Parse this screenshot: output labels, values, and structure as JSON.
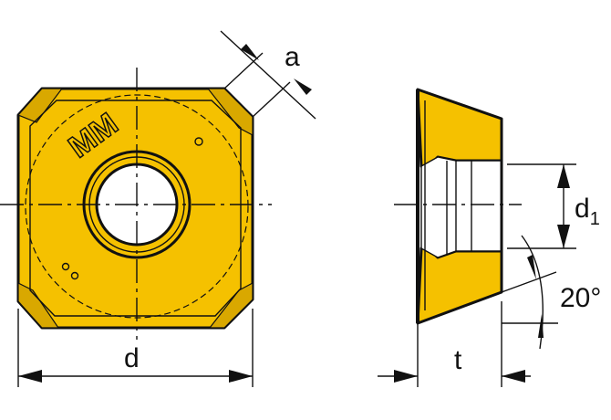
{
  "labels": {
    "a": "a",
    "d": "d",
    "d1_main": "d",
    "d1_sub": "1",
    "t": "t",
    "angle": "20°"
  },
  "logo_text": "MM",
  "colors": {
    "insert_fill": "#f5c100",
    "edge_fill": "#d9a800",
    "bore_fill": "#ffffff",
    "line": "#111111",
    "background": "#ffffff"
  }
}
